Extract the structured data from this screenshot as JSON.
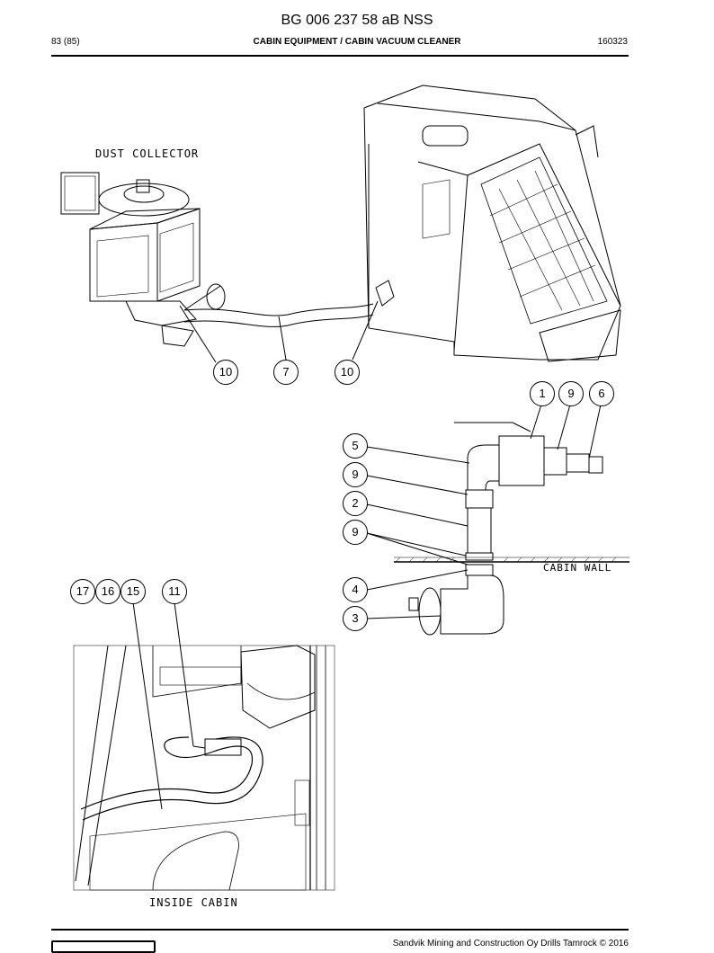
{
  "header": {
    "doc_number": "BG 006 237 58 aB NSS",
    "page": "83 (85)",
    "section": "CABIN EQUIPMENT / CABIN VACUUM CLEANER",
    "date_code": "160323"
  },
  "labels": {
    "dust_collector": "DUST COLLECTOR",
    "cabin_wall": "CABIN WALL",
    "inside_cabin": "INSIDE CABIN"
  },
  "callouts": {
    "top_left_10": "10",
    "top_7": "7",
    "top_right_10": "10",
    "c1": "1",
    "c9a": "9",
    "c6": "6",
    "c5": "5",
    "c9b": "9",
    "c2": "2",
    "c9c": "9",
    "c4": "4",
    "c3": "3",
    "c17": "17",
    "c16": "16",
    "c15": "15",
    "c11": "11"
  },
  "footer": {
    "copyright": "Sandvik Mining and Construction Oy Drills Tamrock © 2016"
  }
}
